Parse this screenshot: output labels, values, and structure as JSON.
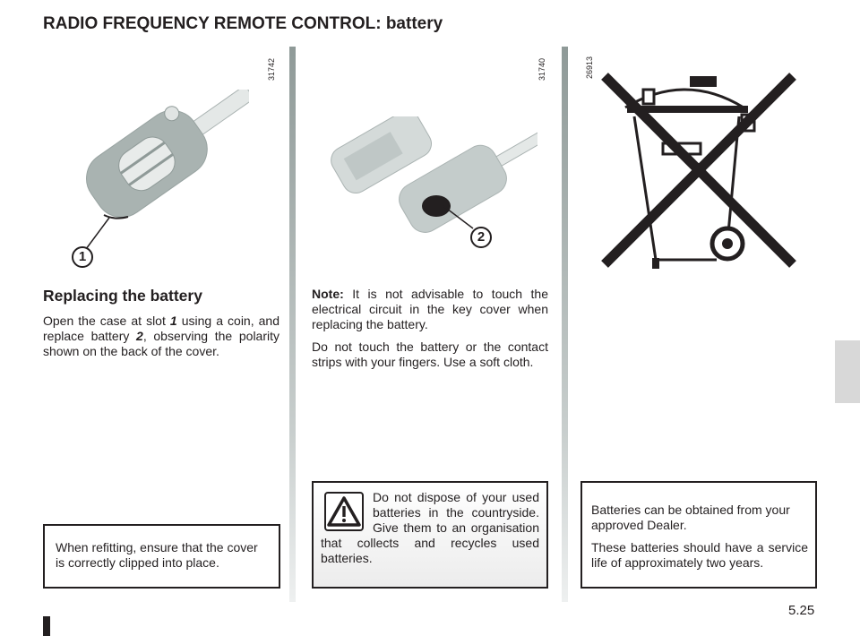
{
  "title": "RADIO FREQUENCY REMOTE CONTROL: battery",
  "figures": {
    "left": {
      "ref": "31742",
      "callout": "1"
    },
    "middle": {
      "ref": "31740",
      "callout": "2"
    },
    "right": {
      "ref": "26913"
    }
  },
  "left_column": {
    "heading": "Replacing the battery",
    "body_parts": [
      "Open the case at slot ",
      "1",
      " using a coin, and replace battery ",
      "2",
      ", observing the polarity shown on the back of the cover."
    ],
    "box": "When refitting, ensure that the cover is correctly clipped into place."
  },
  "middle_column": {
    "note_label": "Note:",
    "note_text": " It is not advisable to touch the electrical circuit in the key cover when replacing the battery.",
    "para2": "Do not touch the battery or the contact strips with your fingers. Use a soft cloth.",
    "warning": "Do not dispose of your used batteries in the countryside. Give them to an organisation that collects and recycles used batteries."
  },
  "right_column": {
    "box_p1": "Batteries can be obtained from your approved Dealer.",
    "box_p2": "These batteries should have a service life of approximately two years."
  },
  "page_number": "5.25"
}
